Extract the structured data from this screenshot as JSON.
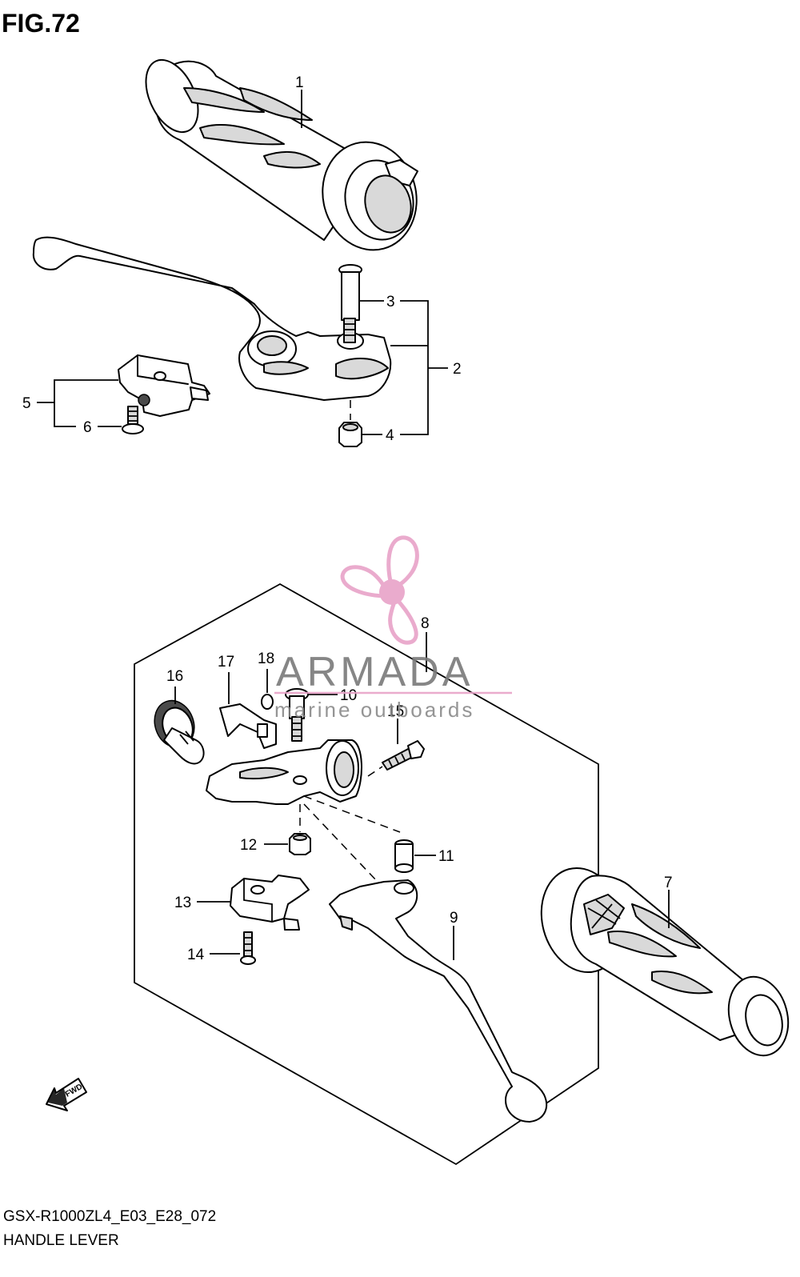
{
  "figure": {
    "title": "FIG.72",
    "model_code": "GSX-R1000ZL4_E03_E28_072",
    "section_name": "HANDLE LEVER"
  },
  "watermark": {
    "brand": "ARMADA",
    "tagline": "marine outboards",
    "color": "#e8a3c8"
  },
  "fwd_label": "FWD",
  "callouts": [
    "1",
    "2",
    "3",
    "4",
    "5",
    "6",
    "7",
    "8",
    "9",
    "10",
    "11",
    "12",
    "13",
    "14",
    "15",
    "16",
    "17",
    "18"
  ]
}
